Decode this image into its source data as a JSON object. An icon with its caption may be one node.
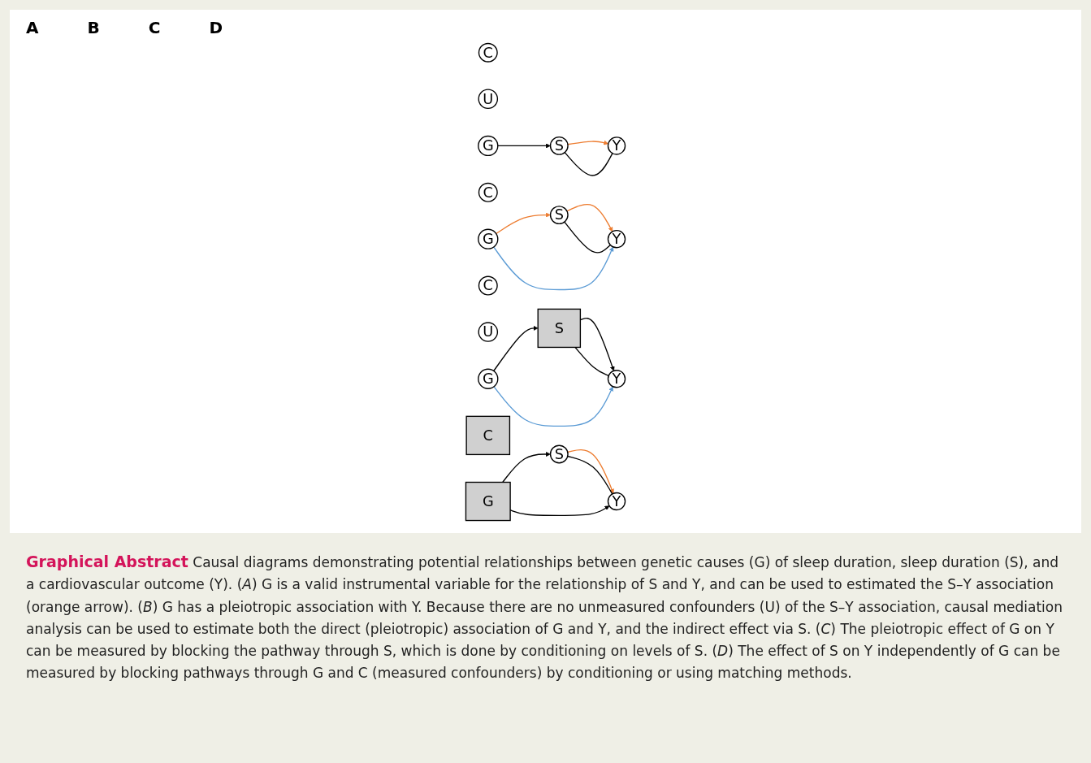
{
  "diagram": {
    "title": "Graphical Abstract",
    "caption": "Causal diagrams demonstrating potential relationships between genetic causes (G) of sleep duration, sleep duration (S), and a cardiovascular outcome (Y). (*A*) G is a valid instrumental variable for the relationship of S and Y, and can be used to estimated the S–Y association (orange arrow). (*B*) G has a pleiotropic association with Y. Because there are no unmeasured confounders (U) of the S–Y association, causal mediation analysis can be used to estimate both the direct (pleiotropic) association of G and Y, and the indirect effect via S. (*C*) The pleiotropic effect of G on Y can be measured by blocking the pathway through S, which is done by conditioning on levels of S. (*D*) The effect of S on Y independently of G can be measured by blocking pathways through G and C (measured confounders) by conditioning or using matching methods.",
    "nodes": [
      {
        "text": [
          "C"
        ]
      },
      {
        "text": [
          "U"
        ]
      },
      {
        "text": [
          "G"
        ]
      },
      {
        "text": [
          "S"
        ]
      },
      {
        "text": [
          "Y"
        ]
      },
      {
        "text": [
          "C"
        ]
      },
      {
        "text": [
          "G"
        ]
      },
      {
        "text": [
          "S"
        ]
      },
      {
        "text": [
          "Y"
        ]
      },
      {
        "text": [
          "C"
        ]
      },
      {
        "text": [
          "U"
        ]
      },
      {
        "text": [
          "G"
        ]
      },
      {
        "text": [
          "S"
        ]
      },
      {
        "text": [
          "Y"
        ]
      },
      {
        "text": [
          "C"
        ]
      },
      {
        "text": [
          "G"
        ]
      },
      {
        "text": [
          "S"
        ]
      },
      {
        "text": [
          "Y"
        ]
      }
    ],
    "edges": [
      {
        "from": 2,
        "to": 3,
        "arrow": "to"
      },
      {
        "from": 3,
        "to": 4,
        "arrow": "to",
        "color": "#ed7d31"
      },
      {
        "from": 3,
        "to": 4,
        "arrow": "none"
      },
      {
        "from": 6,
        "to": 7,
        "arrow": "to",
        "color": "#ed7d31"
      },
      {
        "from": 7,
        "to": 8,
        "arrow": "to",
        "color": "#ed7d31"
      },
      {
        "from": 7,
        "to": 8,
        "arrow": "none"
      },
      {
        "from": 6,
        "to": 8,
        "arrow": "to",
        "color": "#5b9bd5"
      },
      {
        "from": 11,
        "to": 12,
        "arrow": "to"
      },
      {
        "from": 12,
        "to": 13,
        "arrow": "to"
      },
      {
        "from": 12,
        "to": 13,
        "arrow": "none"
      },
      {
        "from": 11,
        "to": 13,
        "arrow": "to",
        "color": "#5b9bd5"
      },
      {
        "from": 15,
        "to": 16,
        "arrow": "to"
      },
      {
        "from": 16,
        "to": 17,
        "arrow": "to",
        "color": "#ed7d31"
      },
      {
        "from": 16,
        "to": 17,
        "arrow": "none"
      },
      {
        "from": 15,
        "to": 17,
        "arrow": "to"
      }
    ],
    "labels": [
      "A",
      "B",
      "C",
      "D"
    ]
  }
}
